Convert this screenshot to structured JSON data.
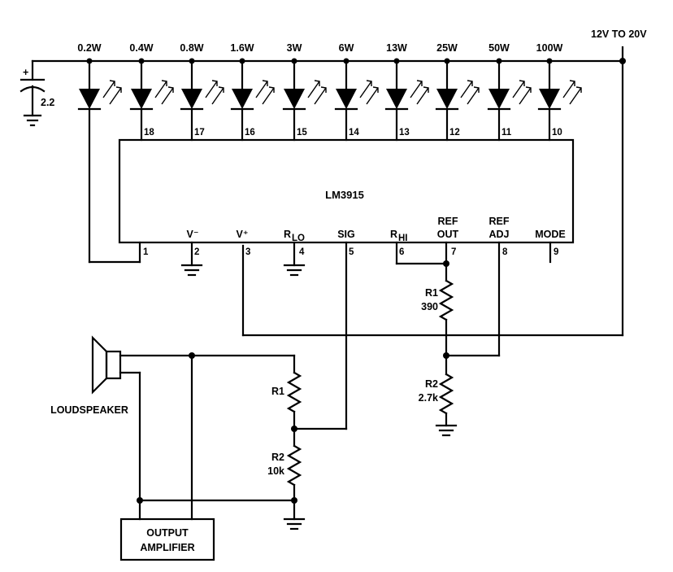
{
  "supply_label": "12V TO 20V",
  "capacitor": {
    "polarity": "+",
    "value": "2.2"
  },
  "chip": {
    "name": "LM3915",
    "pins": [
      {
        "number": "1",
        "label": ""
      },
      {
        "number": "2",
        "label": "V⁻"
      },
      {
        "number": "3",
        "label": "V⁺"
      },
      {
        "number": "4",
        "label": "RLO"
      },
      {
        "number": "5",
        "label": "SIG"
      },
      {
        "number": "6",
        "label": "RHI"
      },
      {
        "number": "7",
        "label": "REF OUT"
      },
      {
        "number": "8",
        "label": "REF ADJ"
      },
      {
        "number": "9",
        "label": "MODE"
      }
    ],
    "led_pins": [
      "18",
      "17",
      "16",
      "15",
      "14",
      "13",
      "12",
      "11",
      "10"
    ]
  },
  "leds": [
    {
      "power": "0.2W"
    },
    {
      "power": "0.4W"
    },
    {
      "power": "0.8W"
    },
    {
      "power": "1.6W"
    },
    {
      "power": "3W"
    },
    {
      "power": "6W"
    },
    {
      "power": "13W"
    },
    {
      "power": "25W"
    },
    {
      "power": "50W"
    },
    {
      "power": "100W"
    }
  ],
  "ref_r1": {
    "name": "R1",
    "value": "390"
  },
  "ref_r2": {
    "name": "R2",
    "value": "2.7k"
  },
  "div_r1": {
    "name": "R1"
  },
  "div_r2": {
    "name": "R2",
    "value": "10k"
  },
  "speaker_label": "LOUDSPEAKER",
  "amplifier_label": {
    "line1": "OUTPUT",
    "line2": "AMPLIFIER"
  }
}
